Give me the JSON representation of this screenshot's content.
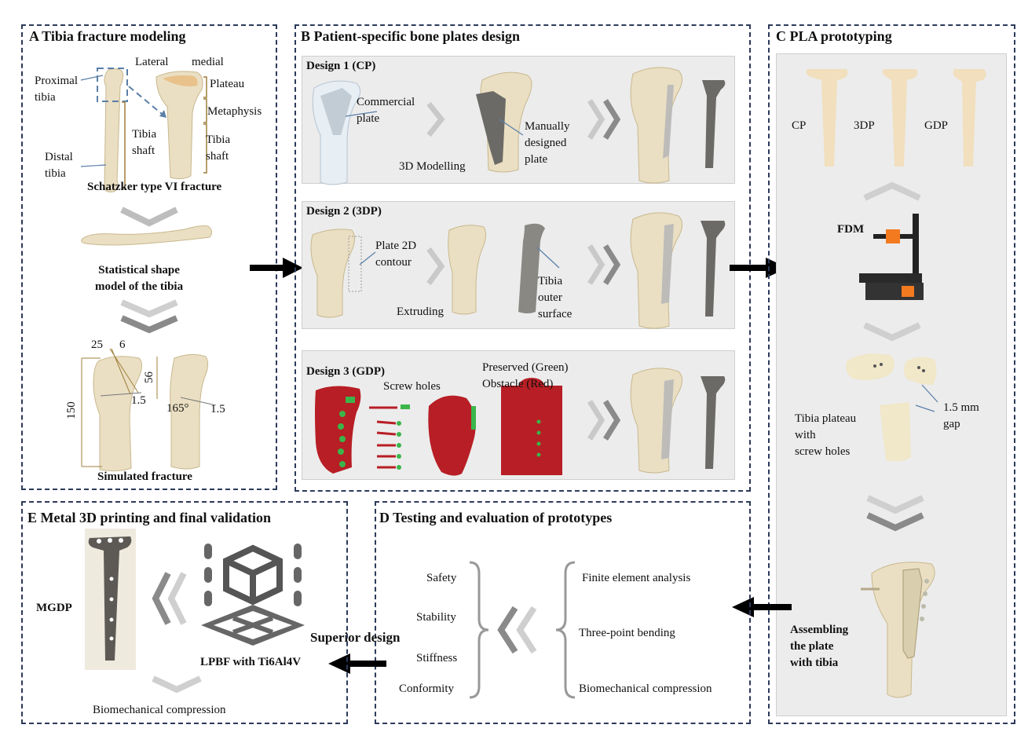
{
  "panelA": {
    "title": "A Tibia fracture modeling",
    "proximal": "Proximal\ntibia",
    "distal": "Distal\ntibia",
    "shaft1": "Tibia\nshaft",
    "lateral": "Lateral",
    "medial": "medial",
    "plateau": "Plateau",
    "metaphysis": "Metaphysis",
    "shaft2": "Tibia\nshaft",
    "schatzker": "Schatzker type VI fracture",
    "ssm": "Statistical shape\nmodel of the tibia",
    "dim25": "25",
    "dim6": "6",
    "dim56": "56",
    "dim150": "150",
    "dim15a": "1.5",
    "dim165": "165°",
    "dim15b": "1.5",
    "simulated": "Simulated fracture"
  },
  "panelB": {
    "title": "B Patient-specific bone plates design",
    "d1_title": "Design 1 (CP)",
    "d1_commercial": "Commercial\nplate",
    "d1_manual": "Manually\ndesigned\nplate",
    "d1_modelling": "3D Modelling",
    "d2_title": "Design 2 (3DP)",
    "d2_contour": "Plate 2D\ncontour",
    "d2_extruding": "Extruding",
    "d2_outer": "Tibia\nouter\nsurface",
    "d3_title": "Design 3 (GDP)",
    "d3_screw": "Screw holes",
    "d3_preserved": "Preserved (Green)\nObstacle (Red)"
  },
  "panelC": {
    "title": "C PLA prototyping",
    "cp": "CP",
    "tdp": "3DP",
    "gdp": "GDP",
    "fdm": "FDM",
    "gap": "1.5 mm\ngap",
    "plateau": "Tibia plateau\nwith\nscrew holes",
    "assembling": "Assembling\nthe plate\nwith tibia"
  },
  "panelD": {
    "title": "D Testing and evaluation of prototypes",
    "left": [
      "Safety",
      "Stability",
      "Stiffness",
      "Conformity"
    ],
    "right": [
      "Finite element analysis",
      "Three-point bending",
      "Biomechanical compression"
    ]
  },
  "panelE": {
    "title": "E Metal 3D printing and final validation",
    "mgdp": "MGDP",
    "lpbf": "LPBF with Ti6Al4V",
    "superior": "Superior design",
    "biomech": "Biomechanical compression"
  },
  "colors": {
    "border": "#2c3a5a",
    "bone": "#eadfc3",
    "bone_dark": "#d7c8a3",
    "plate": "#6c6a66",
    "red": "#b81e25",
    "green": "#3bb54a",
    "chevron": "#bdbdbd",
    "chevron_dark": "#8a8a8a",
    "pla": "#f1dfbd"
  }
}
